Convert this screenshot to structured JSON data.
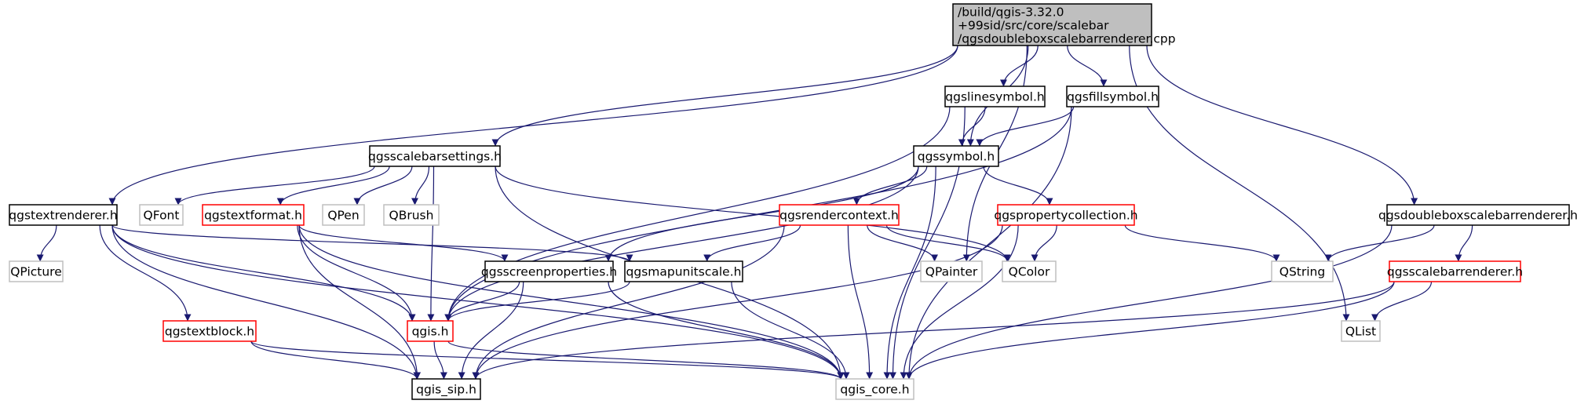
{
  "nodes": {
    "root": {
      "lines": [
        "/build/qgis-3.32.0",
        "+99sid/src/core/scalebar",
        "/qgsdoubleboxscalebarrenderer.cpp"
      ],
      "style": "root"
    },
    "linesymbol": {
      "label": "qgslinesymbol.h",
      "style": "black"
    },
    "fillsymbol": {
      "label": "qgsfillsymbol.h",
      "style": "black"
    },
    "scalebarsettings": {
      "label": "qgsscalebarsettings.h",
      "style": "black"
    },
    "symbol": {
      "label": "qgssymbol.h",
      "style": "black"
    },
    "textrenderer": {
      "label": "qgstextrenderer.h",
      "style": "black"
    },
    "qfont": {
      "label": "QFont",
      "style": "grey"
    },
    "textformat": {
      "label": "qgstextformat.h",
      "style": "red"
    },
    "qpen": {
      "label": "QPen",
      "style": "grey"
    },
    "qbrush": {
      "label": "QBrush",
      "style": "grey"
    },
    "rendercontext": {
      "label": "qgsrendercontext.h",
      "style": "red"
    },
    "propertycollection": {
      "label": "qgspropertycollection.h",
      "style": "red"
    },
    "doubleboxrenderer": {
      "label": "qgsdoubleboxscalebarrenderer.h",
      "style": "black"
    },
    "qpicture": {
      "label": "QPicture",
      "style": "grey"
    },
    "screenproperties": {
      "label": "qgsscreenproperties.h",
      "style": "black"
    },
    "mapunitscale": {
      "label": "qgsmapunitscale.h",
      "style": "black"
    },
    "qpainter": {
      "label": "QPainter",
      "style": "grey"
    },
    "qcolor": {
      "label": "QColor",
      "style": "grey"
    },
    "qstring": {
      "label": "QString",
      "style": "grey"
    },
    "scalebarrenderer": {
      "label": "qgsscalebarrenderer.h",
      "style": "red"
    },
    "textblock": {
      "label": "qgstextblock.h",
      "style": "red"
    },
    "qgis": {
      "label": "qgis.h",
      "style": "red"
    },
    "qlist": {
      "label": "QList",
      "style": "grey"
    },
    "qgis_sip": {
      "label": "qgis_sip.h",
      "style": "black"
    },
    "qgis_core": {
      "label": "qgis_core.h",
      "style": "grey"
    }
  },
  "edges": [
    [
      "root",
      "linesymbol"
    ],
    [
      "root",
      "fillsymbol"
    ],
    [
      "root",
      "scalebarsettings"
    ],
    [
      "root",
      "symbol"
    ],
    [
      "root",
      "textrenderer"
    ],
    [
      "root",
      "qpainter"
    ],
    [
      "root",
      "qlist"
    ],
    [
      "root",
      "doubleboxrenderer"
    ],
    [
      "linesymbol",
      "symbol"
    ],
    [
      "linesymbol",
      "qgis"
    ],
    [
      "linesymbol",
      "qgis_core"
    ],
    [
      "fillsymbol",
      "symbol"
    ],
    [
      "fillsymbol",
      "qgis"
    ],
    [
      "fillsymbol",
      "qgis_core"
    ],
    [
      "scalebarsettings",
      "qfont"
    ],
    [
      "scalebarsettings",
      "textformat"
    ],
    [
      "scalebarsettings",
      "qpen"
    ],
    [
      "scalebarsettings",
      "qbrush"
    ],
    [
      "scalebarsettings",
      "qcolor"
    ],
    [
      "scalebarsettings",
      "qgis"
    ],
    [
      "scalebarsettings",
      "qgis_core"
    ],
    [
      "symbol",
      "rendercontext"
    ],
    [
      "symbol",
      "propertycollection"
    ],
    [
      "symbol",
      "screenproperties"
    ],
    [
      "symbol",
      "qgis"
    ],
    [
      "symbol",
      "qgis_core"
    ],
    [
      "textrenderer",
      "qpicture"
    ],
    [
      "textrenderer",
      "textblock"
    ],
    [
      "textrenderer",
      "qgis"
    ],
    [
      "textrenderer",
      "qgis_sip"
    ],
    [
      "textrenderer",
      "qgis_core"
    ],
    [
      "textrenderer",
      "mapunitscale"
    ],
    [
      "textformat",
      "screenproperties"
    ],
    [
      "textformat",
      "qgis"
    ],
    [
      "textformat",
      "qgis_sip"
    ],
    [
      "textformat",
      "qgis_core"
    ],
    [
      "rendercontext",
      "mapunitscale"
    ],
    [
      "rendercontext",
      "qpainter"
    ],
    [
      "rendercontext",
      "qcolor"
    ],
    [
      "rendercontext",
      "qgis_sip"
    ],
    [
      "rendercontext",
      "qgis_core"
    ],
    [
      "propertycollection",
      "qcolor"
    ],
    [
      "propertycollection",
      "qstring"
    ],
    [
      "propertycollection",
      "qgis_sip"
    ],
    [
      "propertycollection",
      "qgis_core"
    ],
    [
      "doubleboxrenderer",
      "qstring"
    ],
    [
      "doubleboxrenderer",
      "scalebarrenderer"
    ],
    [
      "doubleboxrenderer",
      "qgis_core"
    ],
    [
      "screenproperties",
      "qgis"
    ],
    [
      "screenproperties",
      "qgis_sip"
    ],
    [
      "screenproperties",
      "qgis_core"
    ],
    [
      "mapunitscale",
      "qgis"
    ],
    [
      "mapunitscale",
      "qgis_core"
    ],
    [
      "scalebarrenderer",
      "qlist"
    ],
    [
      "scalebarrenderer",
      "qgis_sip"
    ],
    [
      "scalebarrenderer",
      "qgis_core"
    ],
    [
      "textblock",
      "qgis_sip"
    ],
    [
      "textblock",
      "qgis_core"
    ],
    [
      "qgis",
      "qgis_sip"
    ],
    [
      "qgis",
      "qgis_core"
    ]
  ],
  "colors": {
    "edge": "#191970",
    "black_border": "#000000",
    "red_border": "#ff0000",
    "grey_border": "#bfbfbf",
    "root_fill": "#bfbfbf",
    "node_fill": "#ffffff"
  }
}
